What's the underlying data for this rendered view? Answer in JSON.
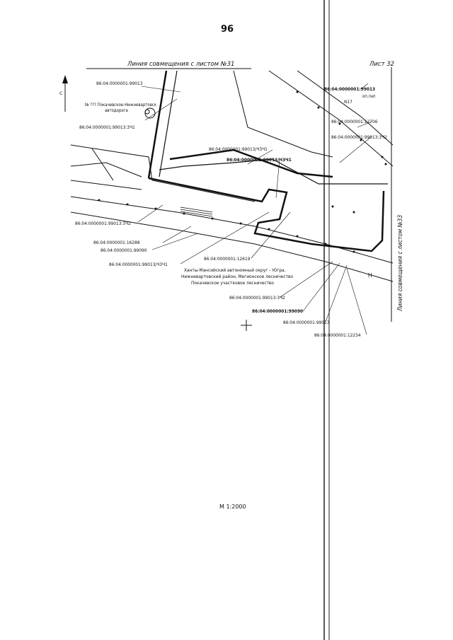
{
  "page_number": "96",
  "sheet": "Лист 32",
  "match_line_top": "Линия совмещения с листом №31",
  "match_line_right": "Линия совмещения с листом №33",
  "scale": "М 1:2000",
  "north_label": "С",
  "region_note": [
    "Ханты-Мансийский автономный округ – Югра,",
    "Нижневартовский район, Мегионское лесничество",
    "Покачевское участковое лесничество"
  ],
  "road_label": [
    "№ ??? Покачевское-Нижневартовск",
    "автодорога"
  ],
  "parcel_labels": {
    "p1": "86:04:0000001:99013",
    "p2": "86:04:0000001:99013:3Ч1",
    "p3": "86:04:0000001:99013/Ч3Ч1",
    "p4": "86:04:0000001:99013/Ч3Ч1",
    "p5": "86:04:0000001:99013",
    "p6": "86:04:0000001:12706",
    "p7": "86:04:0000001:99013:3Ч2",
    "p8": "86:04:0000001:99013:3Ч2",
    "p9": "86:04:0000001:16288",
    "p10": "86:04:0000001:99090",
    "p11": "86:04:0000001:99013/Ч3Ч1",
    "p12": "86:04:0000001:12619",
    "p13": "86:04:0000001:99013:3Ч2",
    "p14": "86:04:0000001:99090",
    "p15": "86:04:0000001:99013",
    "p16": "86:04:0000001:12234"
  },
  "misc_labels": {
    "n17": "N17",
    "hatch": "Н",
    "pole": "оп.лэп"
  }
}
